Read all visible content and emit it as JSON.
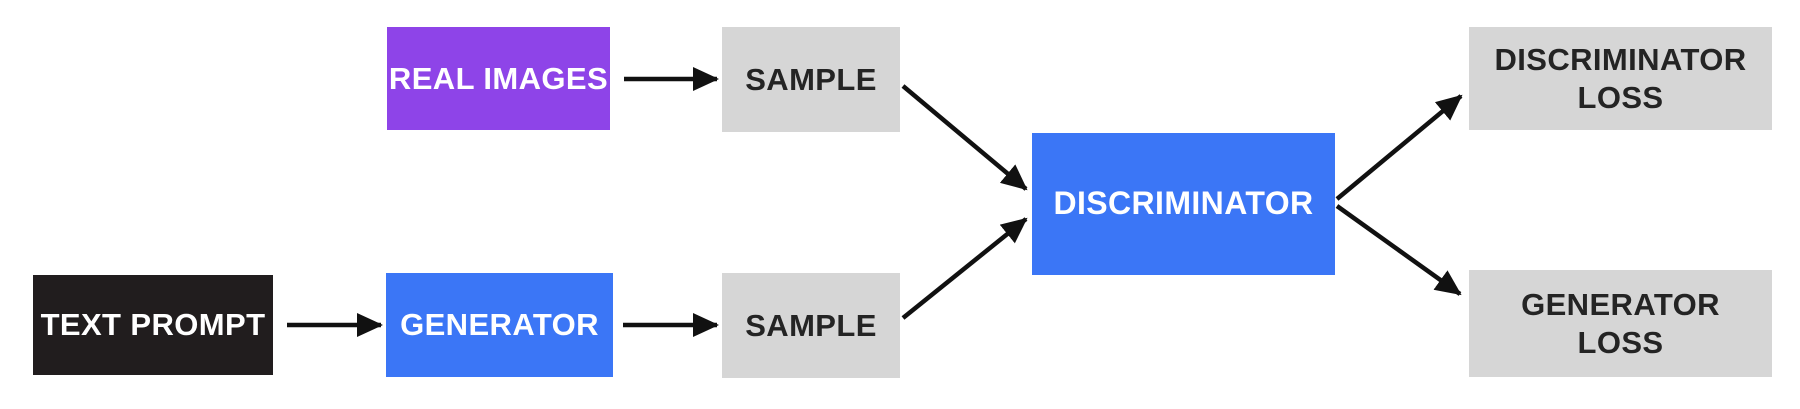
{
  "diagram_type": "flowchart",
  "colors": {
    "background": "#ffffff",
    "purple_box": "#8e44e8",
    "blue_box": "#3b76f6",
    "gray_box": "#d6d6d6",
    "black_box": "#211d1e",
    "arrow": "#111111",
    "label_on_color": "#ffffff",
    "label_on_gray": "#242424"
  },
  "nodes": {
    "text_prompt": {
      "label": "TEXT PROMPT"
    },
    "real_images": {
      "label": "REAL IMAGES"
    },
    "generator": {
      "label": "GENERATOR"
    },
    "sample_top": {
      "label": "SAMPLE"
    },
    "sample_bottom": {
      "label": "SAMPLE"
    },
    "discriminator": {
      "label": "DISCRIMINATOR"
    },
    "discriminator_loss": {
      "line1": "DISCRIMINATOR",
      "line2": "LOSS"
    },
    "generator_loss": {
      "line1": "GENERATOR",
      "line2": "LOSS"
    }
  },
  "edges": [
    {
      "from": "TEXT PROMPT",
      "to": "GENERATOR"
    },
    {
      "from": "REAL IMAGES",
      "to": "SAMPLE (top)"
    },
    {
      "from": "GENERATOR",
      "to": "SAMPLE (bottom)"
    },
    {
      "from": "SAMPLE (top)",
      "to": "DISCRIMINATOR"
    },
    {
      "from": "SAMPLE (bottom)",
      "to": "DISCRIMINATOR"
    },
    {
      "from": "DISCRIMINATOR",
      "to": "DISCRIMINATOR LOSS"
    },
    {
      "from": "DISCRIMINATOR",
      "to": "GENERATOR LOSS"
    }
  ]
}
